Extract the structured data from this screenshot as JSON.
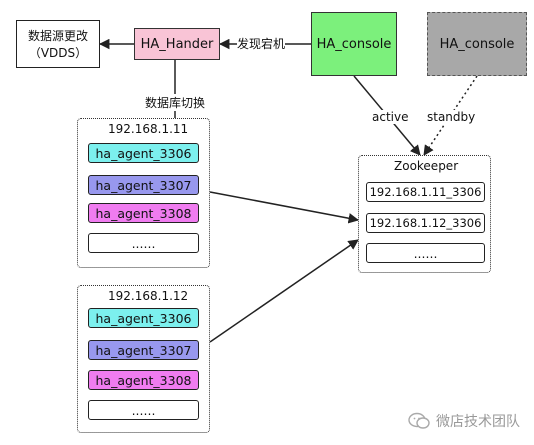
{
  "vdds": {
    "line1": "数据源更改",
    "line2": "（VDDS）"
  },
  "handler": {
    "label": "HA_Hander"
  },
  "console_active": {
    "label": "HA_console"
  },
  "console_standby": {
    "label": "HA_console"
  },
  "edges": {
    "discover": "发现宕机",
    "switch": "数据库切换",
    "active": "active",
    "standby": "standby"
  },
  "group1": {
    "ip": "192.168.1.11",
    "agents": [
      {
        "label": "ha_agent_3306",
        "color": "#7cf0ee"
      },
      {
        "label": "ha_agent_3307",
        "color": "#9898ee"
      },
      {
        "label": "ha_agent_3308",
        "color": "#f07cf0"
      },
      {
        "label": "......",
        "color": "#ffffff"
      }
    ]
  },
  "group2": {
    "ip": "192.168.1.12",
    "agents": [
      {
        "label": "ha_agent_3306",
        "color": "#7cf0ee"
      },
      {
        "label": "ha_agent_3307",
        "color": "#9898ee"
      },
      {
        "label": "ha_agent_3308",
        "color": "#f07cf0"
      },
      {
        "label": "......",
        "color": "#ffffff"
      }
    ]
  },
  "zookeeper": {
    "title": "Zookeeper",
    "entries": [
      "192.168.1.11_3306",
      "192.168.1.12_3306",
      "......"
    ]
  },
  "watermark": {
    "text": "微店技术团队"
  },
  "colors": {
    "handler": "#f9c4d6",
    "console_active": "#7cf07c",
    "console_standby": "#a8a8a8"
  }
}
